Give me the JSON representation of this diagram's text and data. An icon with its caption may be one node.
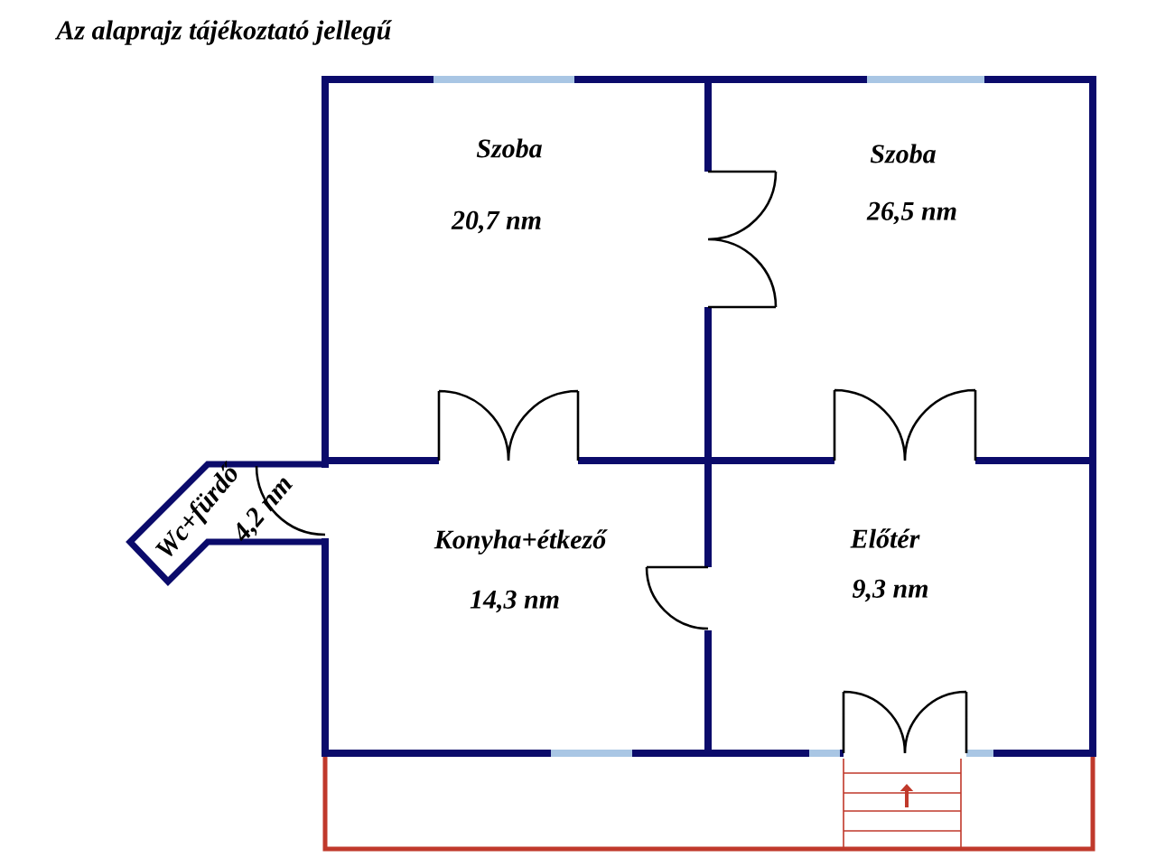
{
  "diagram": {
    "title": "Az alaprajz tájékoztató jellegű",
    "nodes": [
      {
        "text": [
          "Szoba",
          "20,7 nm"
        ]
      },
      {
        "text": [
          "Szoba",
          "26,5 nm"
        ]
      },
      {
        "text": [
          "Wc+fürdő",
          "4,2 nm"
        ]
      },
      {
        "text": [
          "Konyha+étkező",
          "14,3 nm"
        ]
      },
      {
        "text": [
          "Előtér",
          "9,3 nm"
        ]
      }
    ]
  }
}
